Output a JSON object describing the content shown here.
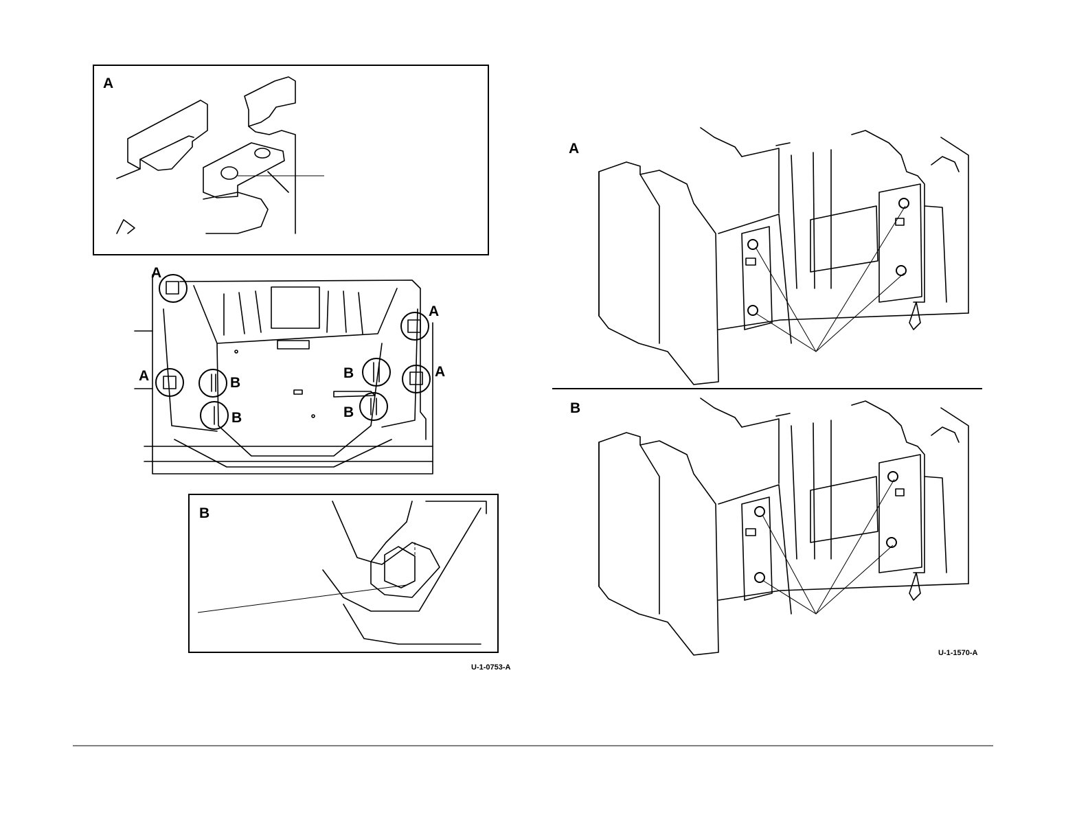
{
  "left_figure": {
    "detail_a_label": "A",
    "detail_b_label": "B",
    "callouts": [
      "A",
      "A",
      "A",
      "A",
      "B",
      "B",
      "B",
      "B"
    ],
    "figure_id": "U-1-0753-A"
  },
  "right_figure": {
    "view_a_label": "A",
    "view_b_label": "B",
    "figure_id": "U-1-1570-A"
  }
}
